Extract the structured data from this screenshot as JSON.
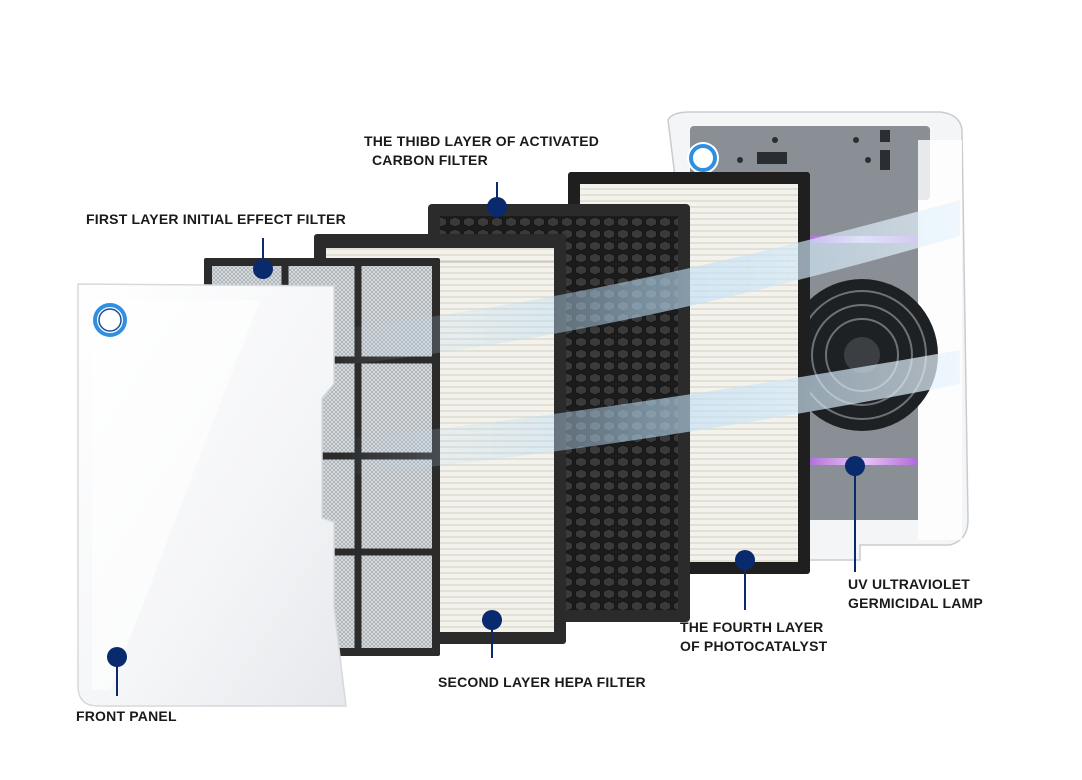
{
  "labels": {
    "carbon_filter": [
      "THE THIBD LAYER OF ACTIVATED",
      "CARBON FILTER"
    ],
    "first_layer": [
      "FIRST LAYER INITIAL EFFECT FILTER"
    ],
    "uv_lamp": [
      "UV ULTRAVIOLET",
      "GERMICIDAL LAMP"
    ],
    "photocatalyst": [
      "THE FOURTH LAYER",
      "OF PHOTOCATALYST"
    ],
    "hepa_filter": [
      "SECOND LAYER HEPA FILTER"
    ],
    "front_panel": [
      "FRONT PANEL"
    ]
  },
  "colors": {
    "marker": "#0a2a6e",
    "accent_ring": "#2f8fe0",
    "uv_glow": "#b06ad8",
    "airflow": "#b9dcf5",
    "frame_dark": "#2b2b2b",
    "housing": "#8a8f96"
  }
}
